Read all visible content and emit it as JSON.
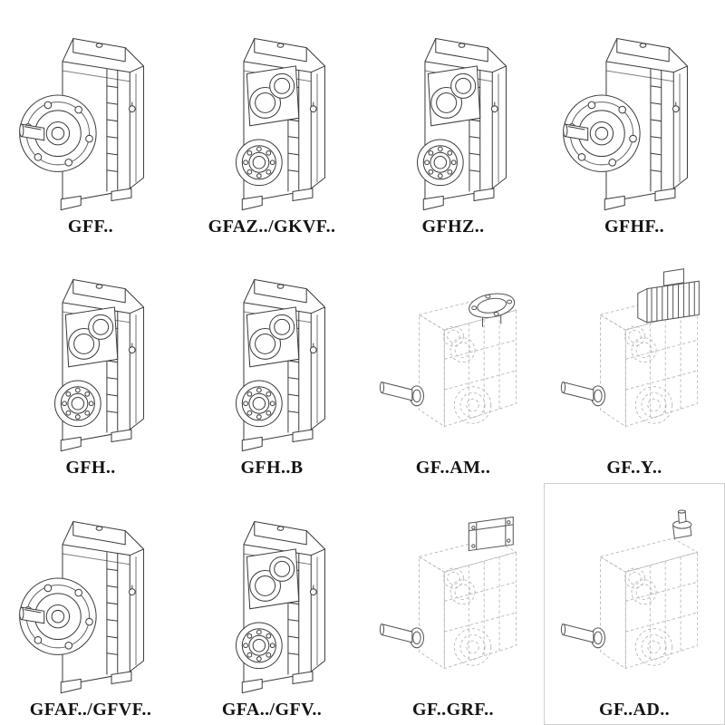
{
  "items": [
    {
      "label": "GFF..",
      "variant": "solid-flange-output"
    },
    {
      "label": "GFAZ../GKVF..",
      "variant": "solid-hollow-bore"
    },
    {
      "label": "GFHZ..",
      "variant": "solid-hollow-bore"
    },
    {
      "label": "GFHF..",
      "variant": "solid-flange-output"
    },
    {
      "label": "GFH..",
      "variant": "solid-hollow-bore"
    },
    {
      "label": "GFH..B",
      "variant": "solid-hollow-bore"
    },
    {
      "label": "GF..AM..",
      "variant": "phantom-housing-input-flange"
    },
    {
      "label": "GF..Y..",
      "variant": "phantom-housing-motor"
    },
    {
      "label": "GFAF../GFVF..",
      "variant": "solid-flange-output"
    },
    {
      "label": "GFA../GFV..",
      "variant": "solid-hollow-bore"
    },
    {
      "label": "GF..GRF..",
      "variant": "phantom-housing-input-block"
    },
    {
      "label": "GF..AD..",
      "variant": "phantom-housing-input-adapter"
    }
  ],
  "drawing_colors": {
    "solid_stroke": "#3c3c3c",
    "phantom_stroke": "#b5b5b5",
    "label_color": "#141414"
  }
}
